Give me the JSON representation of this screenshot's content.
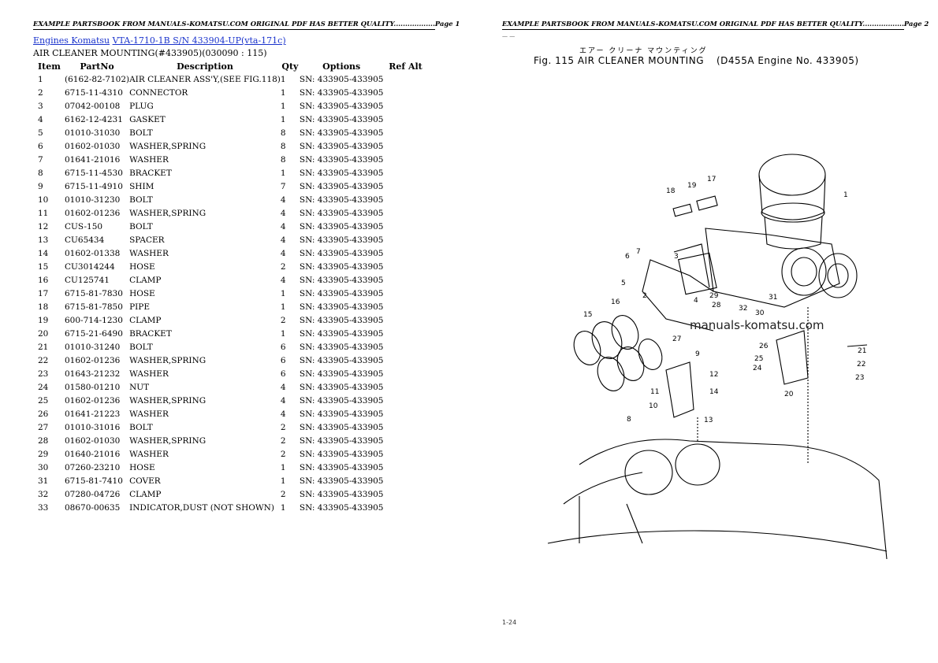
{
  "left_page": {
    "header": "EXAMPLE PARTSBOOK FROM MANUALS-KOMATSU.COM ORIGINAL PDF HAS BETTER QUALITY..................Page 1",
    "breadcrumb": {
      "link1": "Engines Komatsu",
      "link2": "VTA-1710-1B S/N 433904-UP(vta-171c)"
    },
    "subtitle": "AIR CLEANER MOUNTING(#433905)(030090 : 115)",
    "columns": [
      "Item",
      "PartNo",
      "Description",
      "Qty",
      "Options",
      "Ref Alt"
    ],
    "rows": [
      {
        "item": "1",
        "part": "(6162-82-7102)",
        "desc": "AIR CLEANER ASS'Y,(SEE FIG.118)",
        "qty": "1",
        "opt": "SN: 433905-433905",
        "ref": ""
      },
      {
        "item": "2",
        "part": "6715-11-4310",
        "desc": "CONNECTOR",
        "qty": "1",
        "opt": "SN: 433905-433905",
        "ref": ""
      },
      {
        "item": "3",
        "part": "07042-00108",
        "desc": "PLUG",
        "qty": "1",
        "opt": "SN: 433905-433905",
        "ref": ""
      },
      {
        "item": "4",
        "part": "6162-12-4231",
        "desc": "GASKET",
        "qty": "1",
        "opt": "SN: 433905-433905",
        "ref": ""
      },
      {
        "item": "5",
        "part": "01010-31030",
        "desc": "BOLT",
        "qty": "8",
        "opt": "SN: 433905-433905",
        "ref": ""
      },
      {
        "item": "6",
        "part": "01602-01030",
        "desc": "WASHER,SPRING",
        "qty": "8",
        "opt": "SN: 433905-433905",
        "ref": ""
      },
      {
        "item": "7",
        "part": "01641-21016",
        "desc": "WASHER",
        "qty": "8",
        "opt": "SN: 433905-433905",
        "ref": ""
      },
      {
        "item": "8",
        "part": "6715-11-4530",
        "desc": "BRACKET",
        "qty": "1",
        "opt": "SN: 433905-433905",
        "ref": ""
      },
      {
        "item": "9",
        "part": "6715-11-4910",
        "desc": "SHIM",
        "qty": "7",
        "opt": "SN: 433905-433905",
        "ref": ""
      },
      {
        "item": "10",
        "part": "01010-31230",
        "desc": "BOLT",
        "qty": "4",
        "opt": "SN: 433905-433905",
        "ref": ""
      },
      {
        "item": "11",
        "part": "01602-01236",
        "desc": "WASHER,SPRING",
        "qty": "4",
        "opt": "SN: 433905-433905",
        "ref": ""
      },
      {
        "item": "12",
        "part": "CUS-150",
        "desc": "BOLT",
        "qty": "4",
        "opt": "SN: 433905-433905",
        "ref": ""
      },
      {
        "item": "13",
        "part": "CU65434",
        "desc": "SPACER",
        "qty": "4",
        "opt": "SN: 433905-433905",
        "ref": ""
      },
      {
        "item": "14",
        "part": "01602-01338",
        "desc": "WASHER",
        "qty": "4",
        "opt": "SN: 433905-433905",
        "ref": ""
      },
      {
        "item": "15",
        "part": "CU3014244",
        "desc": "HOSE",
        "qty": "2",
        "opt": "SN: 433905-433905",
        "ref": ""
      },
      {
        "item": "16",
        "part": "CU125741",
        "desc": "CLAMP",
        "qty": "4",
        "opt": "SN: 433905-433905",
        "ref": ""
      },
      {
        "item": "17",
        "part": "6715-81-7830",
        "desc": "HOSE",
        "qty": "1",
        "opt": "SN: 433905-433905",
        "ref": ""
      },
      {
        "item": "18",
        "part": "6715-81-7850",
        "desc": "PIPE",
        "qty": "1",
        "opt": "SN: 433905-433905",
        "ref": ""
      },
      {
        "item": "19",
        "part": "600-714-1230",
        "desc": "CLAMP",
        "qty": "2",
        "opt": "SN: 433905-433905",
        "ref": ""
      },
      {
        "item": "20",
        "part": "6715-21-6490",
        "desc": "BRACKET",
        "qty": "1",
        "opt": "SN: 433905-433905",
        "ref": ""
      },
      {
        "item": "21",
        "part": "01010-31240",
        "desc": "BOLT",
        "qty": "6",
        "opt": "SN: 433905-433905",
        "ref": ""
      },
      {
        "item": "22",
        "part": "01602-01236",
        "desc": "WASHER,SPRING",
        "qty": "6",
        "opt": "SN: 433905-433905",
        "ref": ""
      },
      {
        "item": "23",
        "part": "01643-21232",
        "desc": "WASHER",
        "qty": "6",
        "opt": "SN: 433905-433905",
        "ref": ""
      },
      {
        "item": "24",
        "part": "01580-01210",
        "desc": "NUT",
        "qty": "4",
        "opt": "SN: 433905-433905",
        "ref": ""
      },
      {
        "item": "25",
        "part": "01602-01236",
        "desc": "WASHER,SPRING",
        "qty": "4",
        "opt": "SN: 433905-433905",
        "ref": ""
      },
      {
        "item": "26",
        "part": "01641-21223",
        "desc": "WASHER",
        "qty": "4",
        "opt": "SN: 433905-433905",
        "ref": ""
      },
      {
        "item": "27",
        "part": "01010-31016",
        "desc": "BOLT",
        "qty": "2",
        "opt": "SN: 433905-433905",
        "ref": ""
      },
      {
        "item": "28",
        "part": "01602-01030",
        "desc": "WASHER,SPRING",
        "qty": "2",
        "opt": "SN: 433905-433905",
        "ref": ""
      },
      {
        "item": "29",
        "part": "01640-21016",
        "desc": "WASHER",
        "qty": "2",
        "opt": "SN: 433905-433905",
        "ref": ""
      },
      {
        "item": "30",
        "part": "07260-23210",
        "desc": "HOSE",
        "qty": "1",
        "opt": "SN: 433905-433905",
        "ref": ""
      },
      {
        "item": "31",
        "part": "6715-81-7410",
        "desc": "COVER",
        "qty": "1",
        "opt": "SN: 433905-433905",
        "ref": ""
      },
      {
        "item": "32",
        "part": "07280-04726",
        "desc": "CLAMP",
        "qty": "2",
        "opt": "SN: 433905-433905",
        "ref": ""
      },
      {
        "item": "33",
        "part": "08670-00635",
        "desc": "INDICATOR,DUST (NOT SHOWN)",
        "qty": "1",
        "opt": "SN: 433905-433905",
        "ref": ""
      }
    ]
  },
  "right_page": {
    "header": "EXAMPLE PARTSBOOK FROM MANUALS-KOMATSU.COM ORIGINAL PDF HAS BETTER QUALITY..................Page 2",
    "figure_title_jp": "エアー クリーナ マウンティング",
    "figure_title": "Fig. 115   AIR CLEANER MOUNTING",
    "figure_model": "(D455A Engine No. 433905)",
    "watermark": "manuals-komatsu.com",
    "page_mark": "1-24",
    "callouts": [
      "1",
      "2",
      "3",
      "4",
      "5",
      "6",
      "7",
      "8",
      "9",
      "10",
      "11",
      "12",
      "13",
      "14",
      "15",
      "16",
      "17",
      "18",
      "19",
      "20",
      "21",
      "22",
      "23",
      "24",
      "25",
      "26",
      "27",
      "28",
      "29",
      "30",
      "31",
      "32"
    ],
    "link_color": "#1a33cc"
  }
}
